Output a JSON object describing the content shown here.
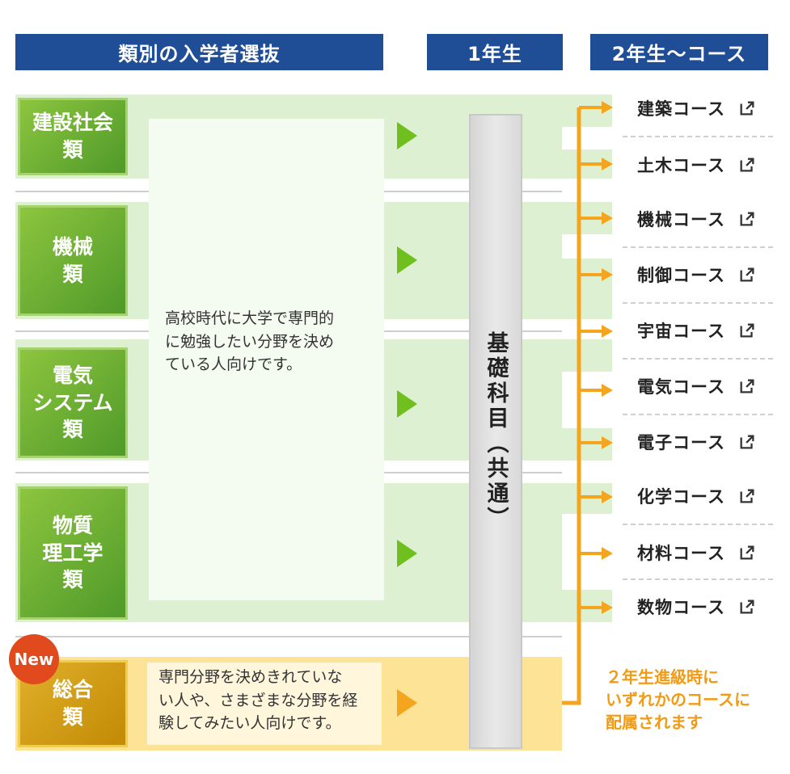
{
  "headers": {
    "selection": "類別の入学者選抜",
    "year1": "1年生",
    "year2": "2年生〜コース"
  },
  "categories": [
    {
      "label": "建設社会\n類"
    },
    {
      "label": "機械\n類"
    },
    {
      "label": "電気\nシステム\n類"
    },
    {
      "label": "物質\n理工学\n類"
    },
    {
      "label": "総合\n類"
    }
  ],
  "description_specialized": "高校時代に大学で専門的\nに勉強したい分野を決め\nている人向けです。",
  "description_general": "専門分野を決めきれていな\nい人や、さまざまな分野を経\n験してみたい人向けです。",
  "pillar_text": "基礎科目（共通）",
  "new_badge": "New",
  "courses": [
    {
      "label": "建築コース"
    },
    {
      "label": "土木コース"
    },
    {
      "label": "機械コース"
    },
    {
      "label": "制御コース"
    },
    {
      "label": "宇宙コース"
    },
    {
      "label": "電気コース"
    },
    {
      "label": "電子コース"
    },
    {
      "label": "化学コース"
    },
    {
      "label": "材料コース"
    },
    {
      "label": "数物コース"
    }
  ],
  "note": "２年生進級時に\nいずれかのコースに\n配属されます",
  "colors": {
    "header": "#1f4e96",
    "green": "#6fbf1f",
    "orange": "#f4a51e",
    "band_green": "#ddf0d2",
    "band_orange": "#fde396"
  }
}
